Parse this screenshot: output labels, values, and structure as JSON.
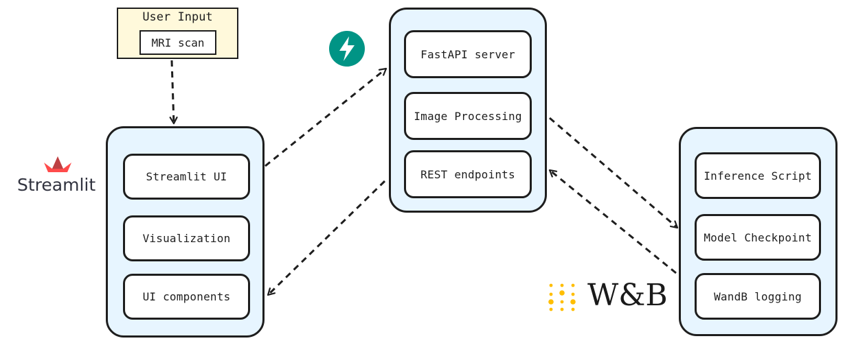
{
  "user_input": {
    "title": "User Input",
    "item": "MRI scan"
  },
  "frontend": {
    "logo_label": "Streamlit",
    "nodes": [
      "Streamlit UI",
      "Visualization",
      "UI components"
    ]
  },
  "backend": {
    "logo_icon": "fastapi-bolt-icon",
    "nodes": [
      "FastAPI server",
      "Image Processing",
      "REST endpoints"
    ]
  },
  "ml": {
    "logo_label": "W&B",
    "nodes": [
      "Inference Script",
      "Model Checkpoint",
      "WandB logging"
    ]
  },
  "colors": {
    "group_fill": "#e7f5ff",
    "input_fill": "#fff9db",
    "stroke": "#1e1e1e",
    "streamlit_red": "#ff4b4b",
    "fastapi_teal": "#009485",
    "wandb_yellow": "#ffbe00"
  }
}
